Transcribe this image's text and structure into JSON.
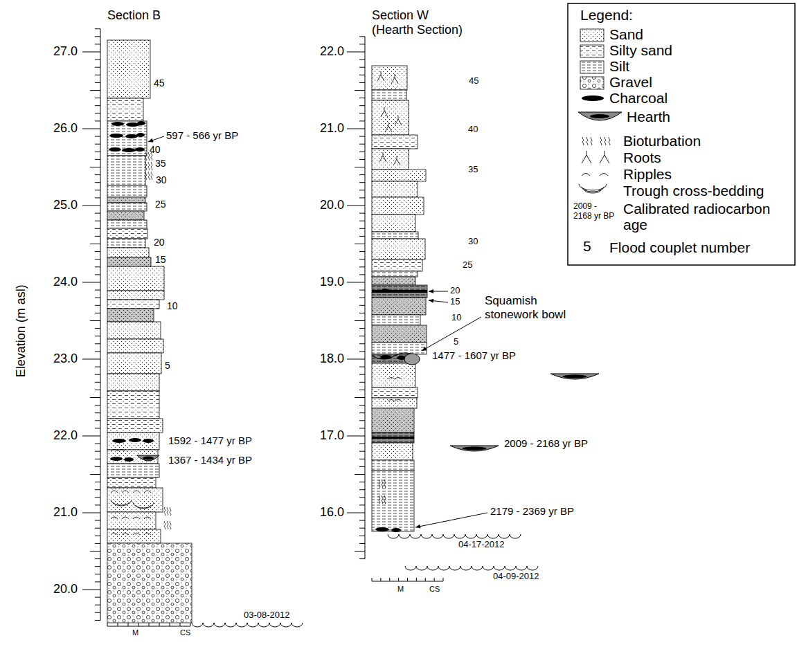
{
  "diagram": {
    "labels": [
      "Section B",
      "Section W (Hearth Section)",
      "Legend:",
      "27.0",
      "26.0",
      "25.0",
      "24.0",
      "23.0",
      "22.0",
      "21.0",
      "20.0",
      "Elevation (m asl)",
      "22.0",
      "21.0",
      "20.0",
      "19.0",
      "18.0",
      "17.0",
      "16.0",
      "45",
      "40",
      "35",
      "30",
      "25",
      "20",
      "15",
      "10",
      "5",
      "597 - 566 yr BP",
      "1592 - 1477 yr BP",
      "1367 - 1434 yr BP",
      "M",
      "CS",
      "03-08-2012",
      "45",
      "40",
      "35",
      "30",
      "25",
      "20",
      "15",
      "10",
      "5",
      "Squamish stonework bowl",
      "1477 - 1607 yr BP",
      "2009 - 2168 yr BP",
      "2179 - 2369 yr BP",
      "M",
      "CS",
      "04-17-2012",
      "04-09-2012",
      "2009 - 2168 yr BP",
      "5"
    ],
    "legend": [
      {
        "text": "Sand"
      },
      {
        "text": "Silty sand"
      },
      {
        "text": "Silt"
      },
      {
        "text": "Gravel"
      },
      {
        "text": "Charcoal"
      },
      {
        "text": "Hearth"
      },
      {
        "text": "Bioturbation"
      },
      {
        "text": "Roots"
      },
      {
        "text": "Ripples"
      },
      {
        "text": "Trough cross-bedding"
      },
      {
        "text": "Calibrated radiocarbon age"
      },
      {
        "text": "Flood couplet number"
      }
    ]
  }
}
